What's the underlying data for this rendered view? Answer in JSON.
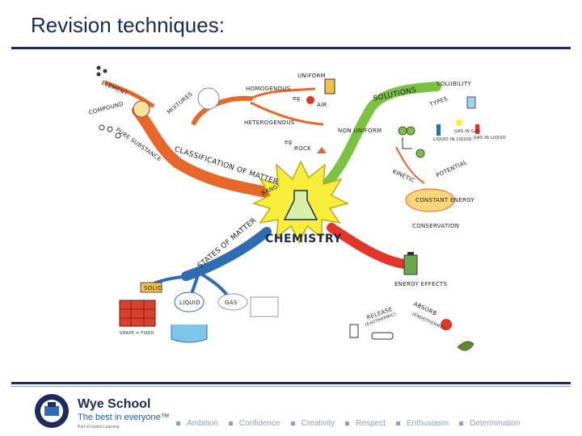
{
  "header": {
    "title": "Revision techniques:"
  },
  "mindmap": {
    "center": {
      "label": "CHEMISTRY",
      "bang": "BANG!"
    },
    "branches": {
      "classification": "CLASSIFICATION OF MATTER",
      "element": "ELEMENT",
      "compound": "COMPOUND",
      "pure_substance": "PURE SUBSTANCE",
      "mixtures": "MIXTURES",
      "homogenous": "HOMOGENOUS",
      "heterogenous": "HETEROGENOUS",
      "uniform": "UNIFORM",
      "non_uniform": "NON UNIFORM",
      "eg1": "eg",
      "air": "AIR",
      "eg2": "eg",
      "rock": "ROCK",
      "solutions": "SOLUTIONS",
      "solubility": "SOLUBILITY",
      "types": "TYPES",
      "liquid_in_liquid": "LIQUID IN LIQUID",
      "gas_in_gas": "GAS IN GAS",
      "gas_in_liquid": "GAS IN LIQUID",
      "kinetic": "KINETIC",
      "potential": "POTENTIAL",
      "constant_energy": "CONSTANT ENERGY",
      "conservation": "CONSERVATION",
      "states_of_matter": "STATES OF MATTER",
      "solid": "SOLID",
      "liquid": "LIQUID",
      "gas": "GAS",
      "shape_fixed": "SHAPE = FIXED",
      "energy_effects": "ENERGY EFFECTS",
      "release": "RELEASE",
      "exothermic": "(EXOTHERMIC)",
      "absorb": "ABSORB",
      "endothermic": "(ENDOTHERMIC)"
    }
  },
  "footer": {
    "school_name": "Wye School",
    "tagline": "The best in everyone™",
    "sub": "Part of United Learning",
    "values": [
      "Ambition",
      "Confidence",
      "Creativity",
      "Respect",
      "Enthusiasm",
      "Determination"
    ]
  },
  "colors": {
    "title": "#1a2a5a",
    "rule": "#1d2b5e",
    "branch_orange": "#e8672a",
    "branch_green": "#7cc242",
    "branch_red": "#e2362b",
    "branch_blue": "#2f6db3",
    "sun_yellow": "#f7ee3a",
    "values_text": "#8da2c4"
  }
}
